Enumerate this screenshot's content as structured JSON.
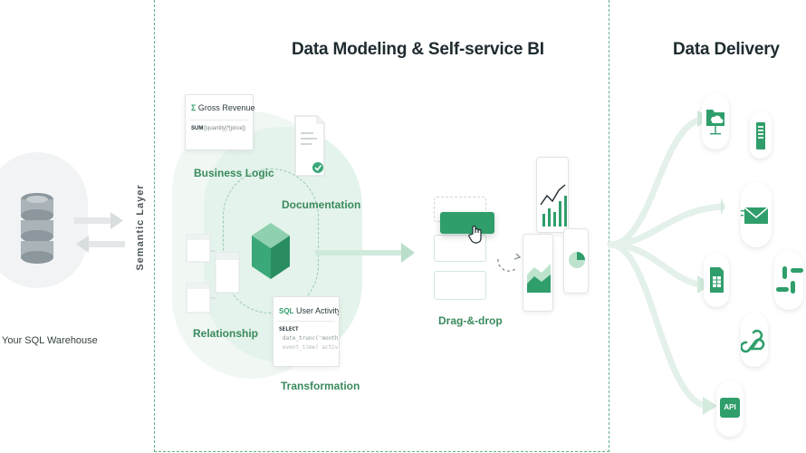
{
  "sections": {
    "modeling_title": "Data Modeling & Self-service BI",
    "delivery_title": "Data Delivery"
  },
  "warehouse": {
    "label": "Your SQL Warehouse"
  },
  "semantic_layer": {
    "label": "Semantic Layer"
  },
  "nodes": {
    "business_logic": "Business Logic",
    "documentation": "Documentation",
    "relationship": "Relationship",
    "transformation": "Transformation",
    "drag_drop": "Drag-&-drop"
  },
  "metric_card": {
    "title": "Gross Revenue",
    "formula_keyword": "SUM",
    "formula_rest": "([quantity]*[price])"
  },
  "sql_card": {
    "badge": "SQL",
    "title": "User Activity",
    "line1": "SELECT",
    "line2": "date_trunc('month',",
    "line3": "event_time) activity_month"
  },
  "delivery_api_label": "API",
  "colors": {
    "brand_green": "#2f9e6b",
    "light_green": "#d7efe2",
    "dash_border": "#5eb08b",
    "arrow_gray": "#dfe5e3"
  }
}
